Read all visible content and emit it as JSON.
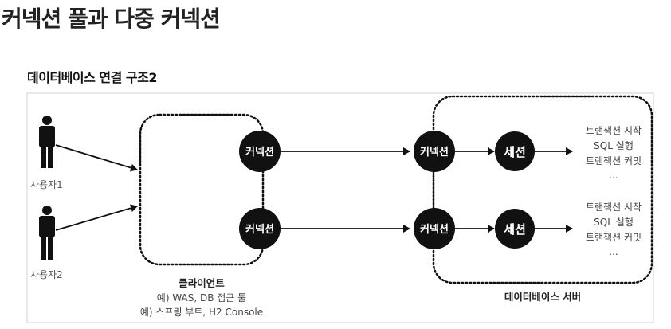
{
  "page": {
    "title": "커넥션 풀과 다중 커넥션"
  },
  "diagram": {
    "title": "데이터베이스 연결 구조2",
    "users": [
      "사용자1",
      "사용자2"
    ],
    "client": {
      "label": "클라이언트",
      "example1": "예) WAS, DB 접근 툴",
      "example2": "예) 스프링 부트, H2 Console"
    },
    "connection_label": "커넥션",
    "session_label": "세션",
    "server": {
      "label": "데이터베이스 서버"
    },
    "session_notes": [
      [
        "트랜잭션 시작",
        "SQL 실행",
        "트랜잭션 커밋",
        "..."
      ],
      [
        "트랜잭션 시작",
        "SQL 실행",
        "트랜잭션 커밋",
        "..."
      ]
    ]
  }
}
